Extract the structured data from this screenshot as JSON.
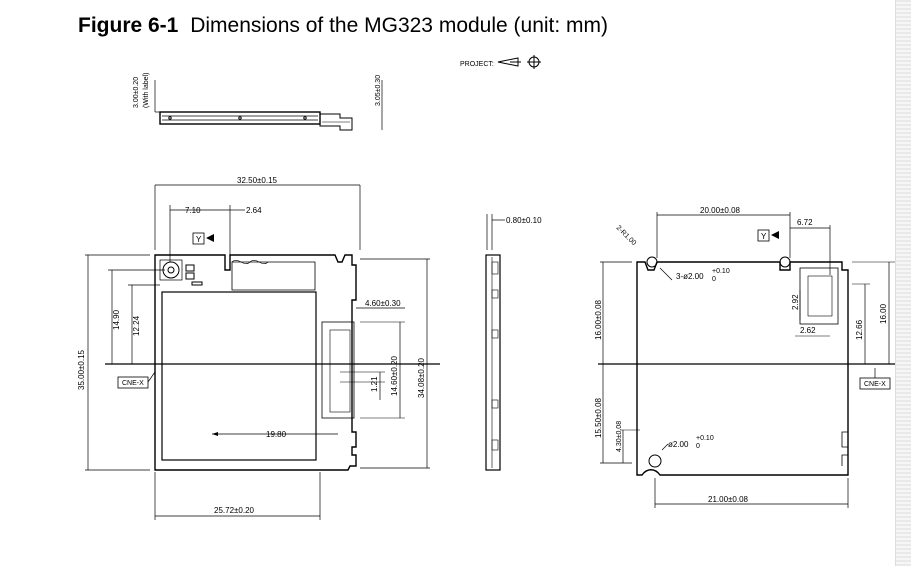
{
  "figure": {
    "number": "Figure 6-1",
    "caption": "Dimensions of the MG323 module (unit: mm)"
  },
  "projection_label": "PROJECT:",
  "side_view": {
    "height_with_label": "3.00±0.20",
    "with_label_note": "(With label)",
    "height_right": "3.05±0.30"
  },
  "front_view": {
    "width_top": "32.50±0.15",
    "offset_a": "7.10",
    "offset_b": "2.64",
    "datum_y": "Y",
    "height_total": "35.00±0.15",
    "height_a": "14.90",
    "height_b": "12.24",
    "datum_label": "CNE-X",
    "pad_width": "4.60±0.30",
    "pad_height": "14.60±0.20",
    "height_right": "34.08±0.20",
    "small_height": "1.21",
    "center_distance": "19.80",
    "width_bottom": "25.72±0.20"
  },
  "edge_view": {
    "thickness": "0.80±0.10"
  },
  "back_view": {
    "radius": "2-R1.00",
    "width_top": "20.00±0.08",
    "offset": "6.72",
    "datum_y": "Y",
    "holes": "3-ø2.00",
    "holes_tol_upper": "+0.10",
    "holes_tol_lower": "0",
    "dim_2_92": "2.92",
    "dim_2_62": "2.62",
    "height_upper": "16.00±0.08",
    "dim_12_66": "12.66",
    "dim_16_00": "16.00",
    "datum_label": "CNE-X",
    "height_lower": "15.50±0.08",
    "height_small": "4.30±0.08",
    "hole_single": "ø2.00",
    "hole_tol_upper": "+0.10",
    "hole_tol_lower": "0",
    "width_bottom": "21.00±0.08"
  }
}
